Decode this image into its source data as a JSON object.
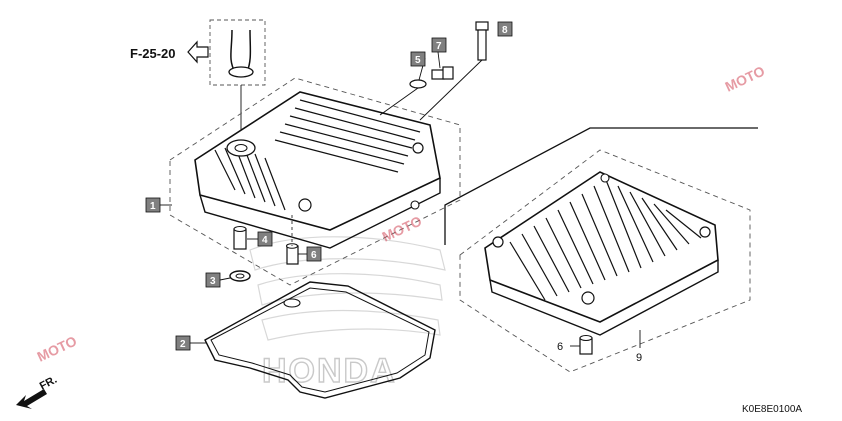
{
  "diagram": {
    "reference": "F-25-20",
    "catalog_code": "K0E8E0100A",
    "front_label": "FR.",
    "watermark_brand": "HONDA",
    "watermark_logo": "MOTO",
    "callouts": {
      "c1": "1",
      "c2": "2",
      "c3": "3",
      "c4": "4",
      "c5": "5",
      "c6": "6",
      "c7": "7",
      "c8": "8",
      "c6b": "6",
      "c9": "9"
    },
    "colors": {
      "callout_box": "#808080",
      "line": "#111111",
      "watermark": "#d24a5a"
    }
  }
}
